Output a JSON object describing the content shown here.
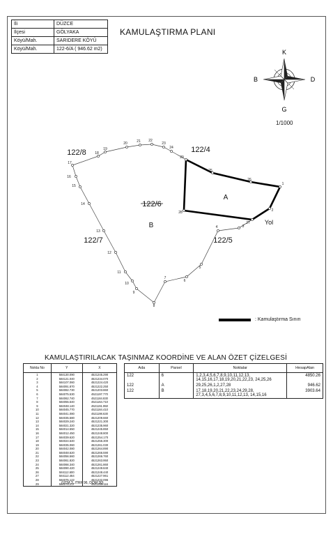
{
  "info": {
    "rows": [
      {
        "label": "İli",
        "value": "DÜZCE"
      },
      {
        "label": "İlçesi",
        "value": "GÖLYAKA"
      },
      {
        "label": "Köyü/Mah.",
        "value": "SARIDERE KÖYÜ"
      },
      {
        "label": "Köyü/Mah.",
        "value": "122-6/A ( 946.62 m2)"
      }
    ]
  },
  "title": "KAMULAŞTIRMA PLANI",
  "compass": {
    "n": "K",
    "s": "G",
    "w": "B",
    "e": "D"
  },
  "scale": "1/1000",
  "map": {
    "parcel_labels": [
      "122/8",
      "122/4",
      "122/6",
      "122/7",
      "122/5"
    ],
    "area_labels": [
      "A",
      "B"
    ],
    "road_label": "Yol",
    "point_labels": [
      "1",
      "2",
      "3",
      "4",
      "5",
      "6",
      "7",
      "8",
      "9",
      "10",
      "11",
      "12",
      "13",
      "14",
      "15",
      "16",
      "17",
      "18",
      "19",
      "20",
      "21",
      "22",
      "23",
      "24",
      "25",
      "26",
      "27",
      "28",
      "29"
    ]
  },
  "legend": {
    "label": ": Kamulaştırma Sınırı"
  },
  "summary_title": "KAMULAŞTIRILACAK TAŞINMAZ KOORDİNE VE ALAN ÖZET ÇİZELGESİ",
  "coord_table": {
    "headers": [
      "Nokta No",
      "Y",
      "X"
    ],
    "rows": [
      [
        "1",
        "584130.090",
        "4521245.290"
      ],
      [
        "2",
        "584121.040",
        "4521234.070"
      ],
      [
        "3",
        "584107.060",
        "4521224.420"
      ],
      [
        "4",
        "584091.870",
        "4521222.250"
      ],
      [
        "5",
        "584082.730",
        "4521203.860"
      ],
      [
        "6",
        "584075.530",
        "4521197.770"
      ],
      [
        "7",
        "584062.740",
        "4521184.830"
      ],
      [
        "8",
        "584055.540",
        "4521164.710"
      ],
      [
        "9",
        "584048.140",
        "4521191.950"
      ],
      [
        "10",
        "584045.770",
        "4521184.410"
      ],
      [
        "11",
        "584041.080",
        "4521198.630"
      ],
      [
        "12",
        "584035.580",
        "4521209.660"
      ],
      [
        "13",
        "584029.240",
        "4521221.300"
      ],
      [
        "14",
        "584021.320",
        "4521235.960"
      ],
      [
        "15",
        "584014.550",
        "4521245.850"
      ],
      [
        "16",
        "584012.450",
        "4521248.800"
      ],
      [
        "17",
        "584039.620",
        "4521254.170"
      ],
      [
        "18",
        "584024.540",
        "4521256.300"
      ],
      [
        "19",
        "584035.060",
        "4521261.030"
      ],
      [
        "20",
        "584042.080",
        "4521264.890"
      ],
      [
        "21",
        "584048.620",
        "4521266.590"
      ],
      [
        "22",
        "584056.560",
        "4521266.760"
      ],
      [
        "23",
        "584061.820",
        "4521263.950"
      ],
      [
        "24",
        "584066.340",
        "4521261.860"
      ],
      [
        "25",
        "584090.420",
        "4521249.840"
      ],
      [
        "26",
        "584112.600",
        "4521248.440"
      ],
      [
        "27",
        "584112.464",
        "4521227.961"
      ],
      [
        "28",
        "584075.122",
        "4521232.096"
      ],
      [
        "29",
        "584075.217",
        "4521259.116"
      ]
    ],
    "note": "(UTM 3, ITRF 96, DOM:30)"
  },
  "parcel_table": {
    "headers": [
      "Ada",
      "Parsel",
      "Noktalar",
      "HesapAlan"
    ],
    "rows": [
      {
        "ada": "122",
        "parsel": "6",
        "noktalar": "1,2,3,4,5,6,7,8,9,10,11,12,13, 14,15,16,17,18,19,20,21,22,23, 24,25,26",
        "alan": "4850.26"
      },
      {
        "ada": "122",
        "parsel": "A",
        "noktalar": "29,25,26,1,2,27,28",
        "alan": "946.62"
      },
      {
        "ada": "122",
        "parsel": "B",
        "noktalar": "17,18,19,20,21,22,23,24,29,28, 27,3,4,5,6,7,8,9,10,11,12,13, 14,15,16",
        "alan": "3903.64"
      }
    ]
  },
  "colors": {
    "line": "#222222",
    "boundary": "#000000"
  }
}
